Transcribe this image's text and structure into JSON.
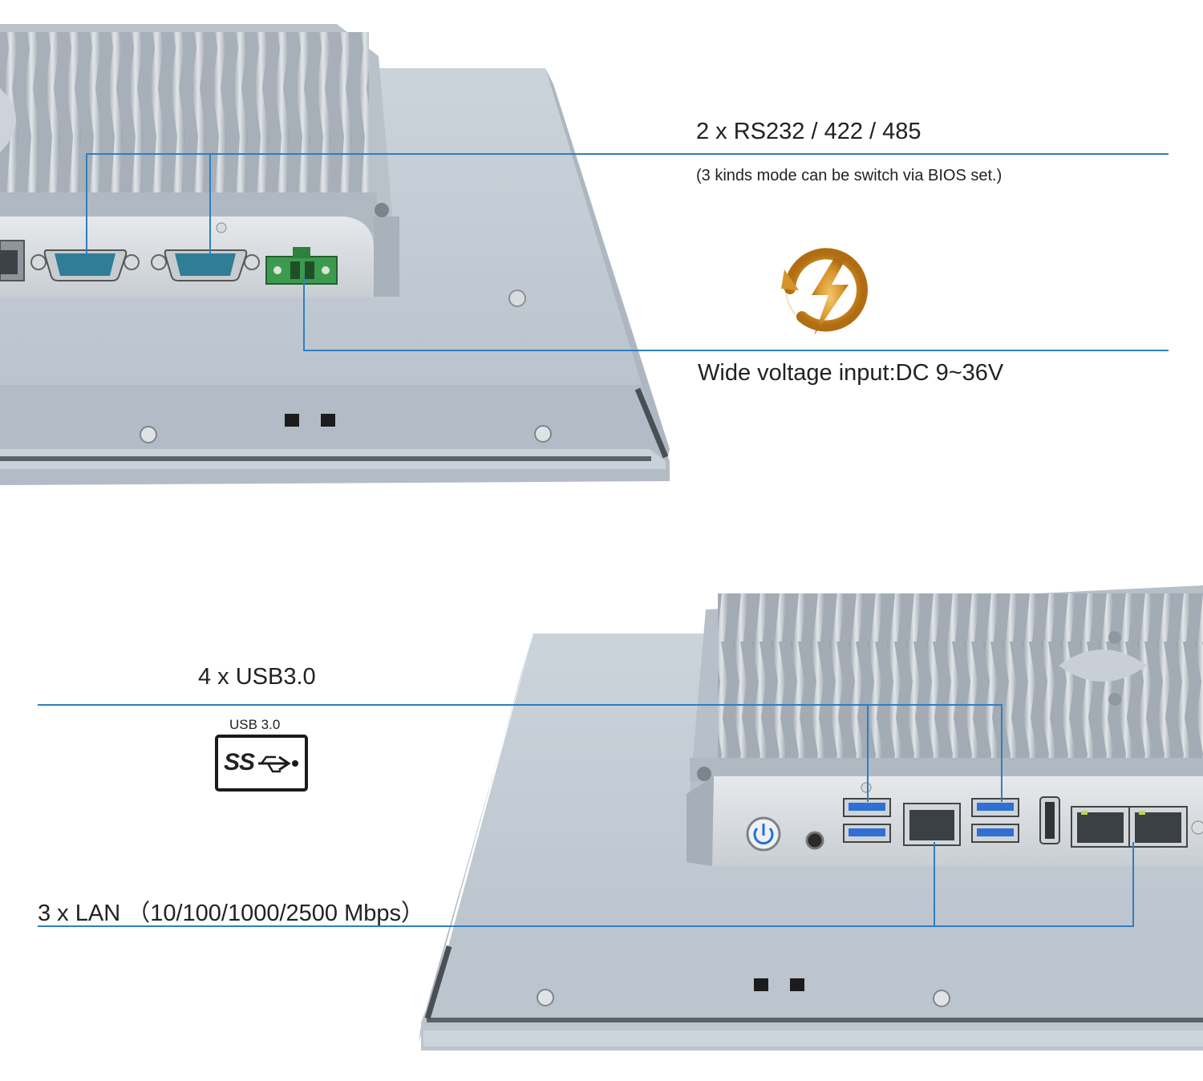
{
  "serial_callout": {
    "title": "2 x RS232 / 422 / 485",
    "note": "(3 kinds mode can be switch via BIOS set.)"
  },
  "power_callout": {
    "title": "Wide voltage input:DC 9~36V",
    "icon": "lightning-bolt-icon",
    "icon_color": "#d6932a"
  },
  "usb_callout": {
    "title": "4 x USB3.0",
    "logo_text": "USB 3.0",
    "logo_mark": "SS"
  },
  "lan_callout": {
    "title": "3 x LAN （10/100/1000/2500 Mbps）"
  },
  "colors": {
    "callout_line": "#2f7ec2",
    "chassis": "#b4bcc5",
    "panel": "#c6cfd8",
    "connector_db9": "#2f7d96",
    "terminal_block": "#3c9a4e",
    "usb_port": "#2f6fd6"
  }
}
